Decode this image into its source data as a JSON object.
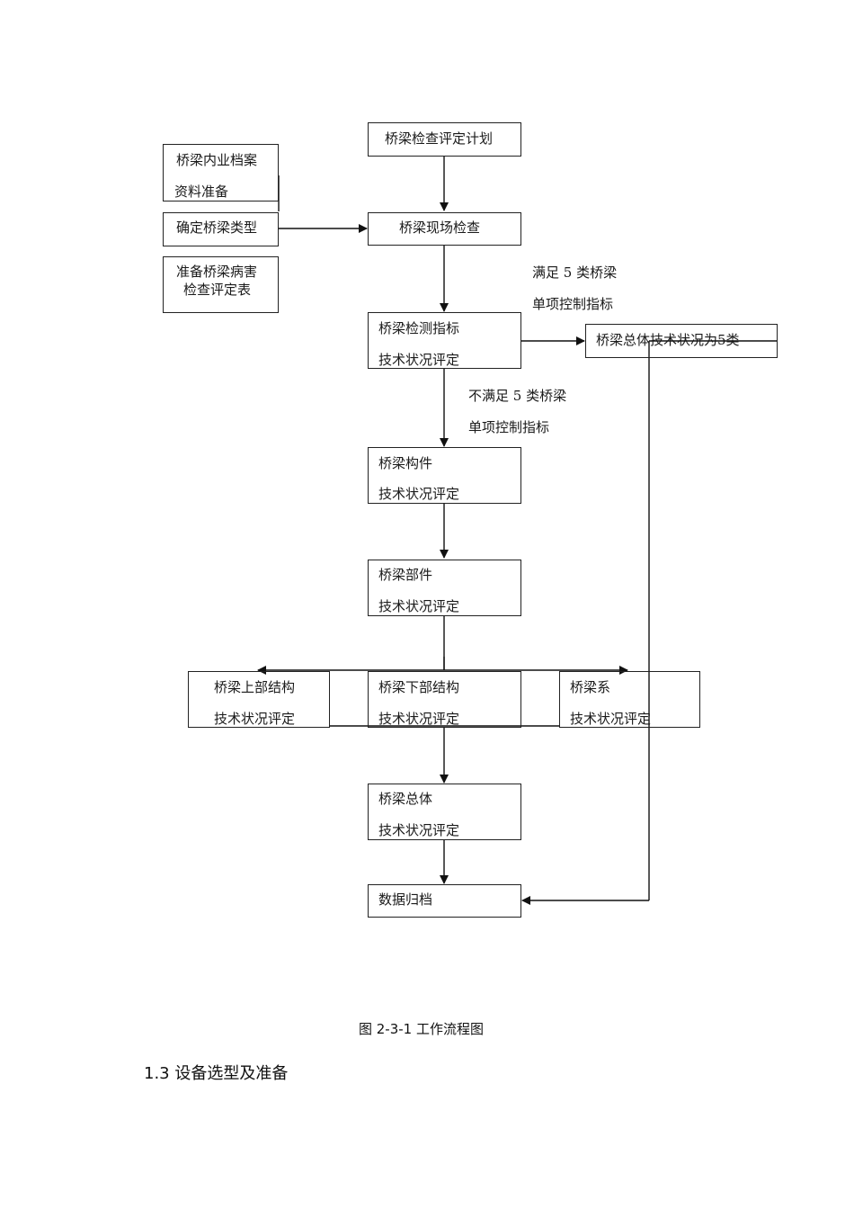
{
  "flowchart": {
    "nodes": {
      "plan": {
        "label": "桥梁检查评定计划"
      },
      "archive": {
        "line1": "桥梁内业档案",
        "line2": "资料准备"
      },
      "type": {
        "label": "确定桥梁类型"
      },
      "forms": {
        "line1": "准备桥梁病害",
        "line2": "检查评定表"
      },
      "onsite": {
        "label": "桥梁现场检查"
      },
      "indicator": {
        "line1": "桥梁检测指标",
        "line2": "技术状况评定"
      },
      "class5": {
        "label": "桥梁总体技术状况为5类"
      },
      "member": {
        "line1": "桥梁构件",
        "line2": "技术状况评定"
      },
      "part": {
        "line1": "桥梁部件",
        "line2": "技术状况评定"
      },
      "super": {
        "line1": "桥梁上部结构",
        "line2": "技术状况评定"
      },
      "sub": {
        "line1": "桥梁下部结构",
        "line2": "技术状况评定"
      },
      "deck": {
        "line1": "桥梁系",
        "line2": "技术状况评定"
      },
      "overall": {
        "line1": "桥梁总体",
        "line2": "技术状况评定"
      },
      "archive_data": {
        "label": "数据归档"
      }
    },
    "edge_labels": {
      "meets": {
        "line1": "满足 5 类桥梁",
        "line2": "单项控制指标"
      },
      "not_meets": {
        "line1": "不满足 5 类桥梁",
        "line2": "单项控制指标"
      }
    }
  },
  "caption": "图 2-3-1  工作流程图",
  "section_heading": "1.3 设备选型及准备"
}
